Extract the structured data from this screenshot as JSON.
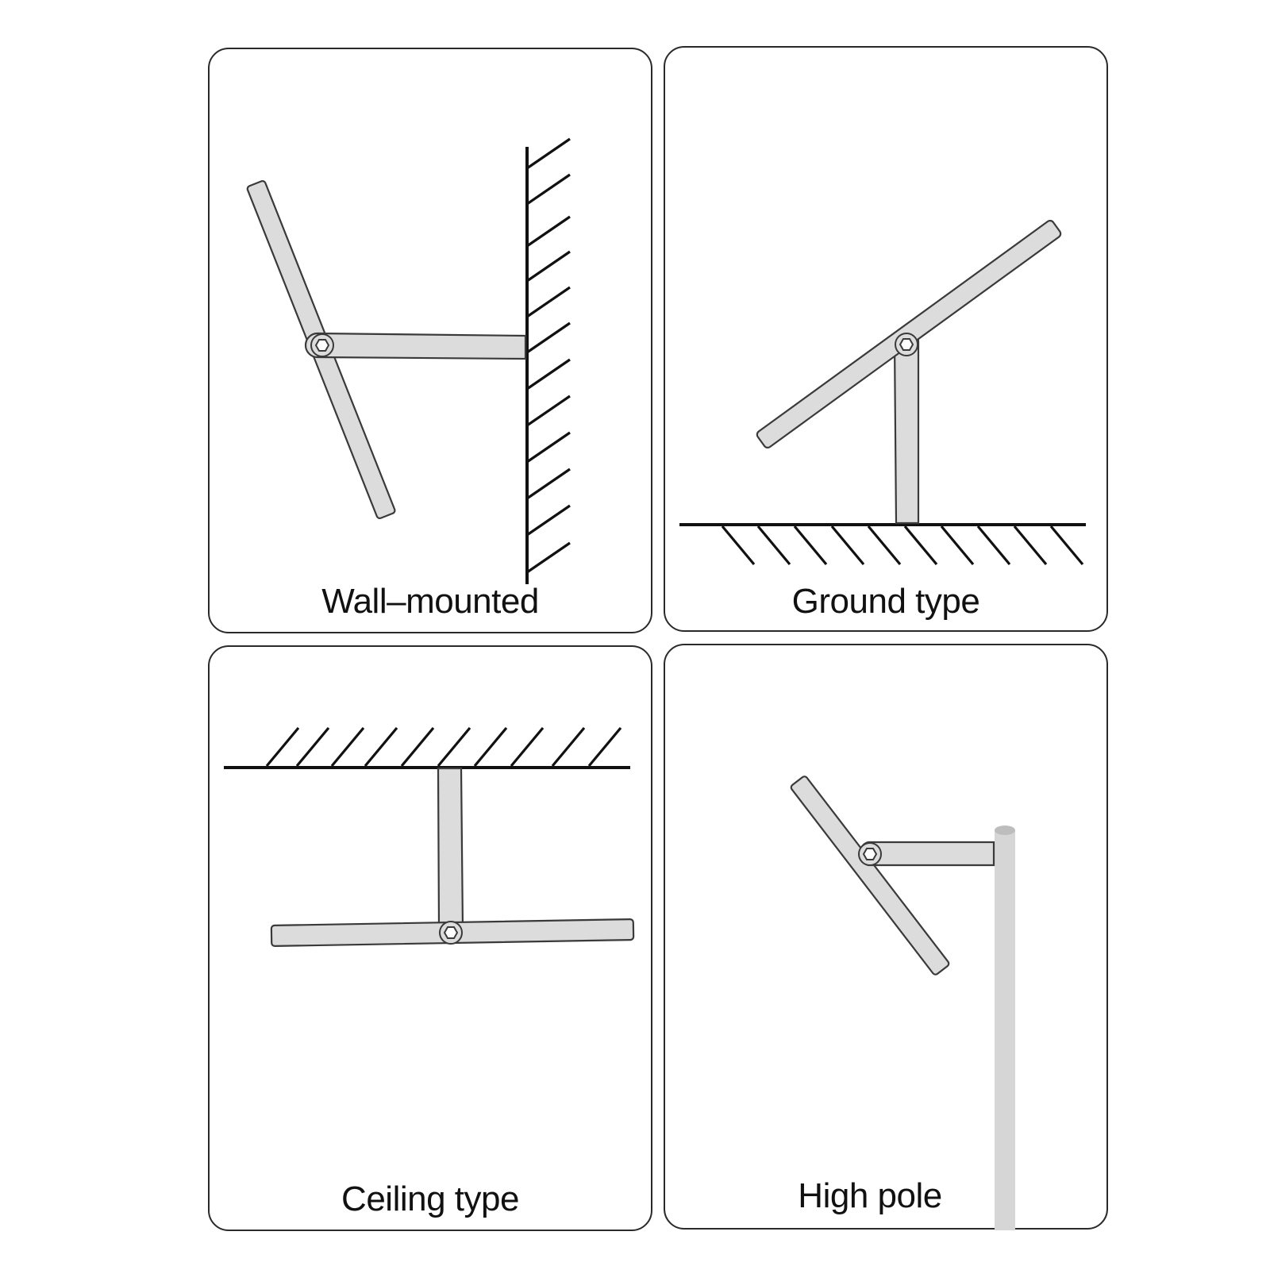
{
  "panels": [
    {
      "id": "wall",
      "caption": "Wall–mounted"
    },
    {
      "id": "ground",
      "caption": "Ground type"
    },
    {
      "id": "ceiling",
      "caption": "Ceiling type"
    },
    {
      "id": "pole",
      "caption": "High pole"
    }
  ],
  "colors": {
    "bar_fill": "#dcdcdc",
    "outline": "#3a3a3a",
    "surface": "#111111",
    "pole_fill": "#d6d6d6"
  }
}
